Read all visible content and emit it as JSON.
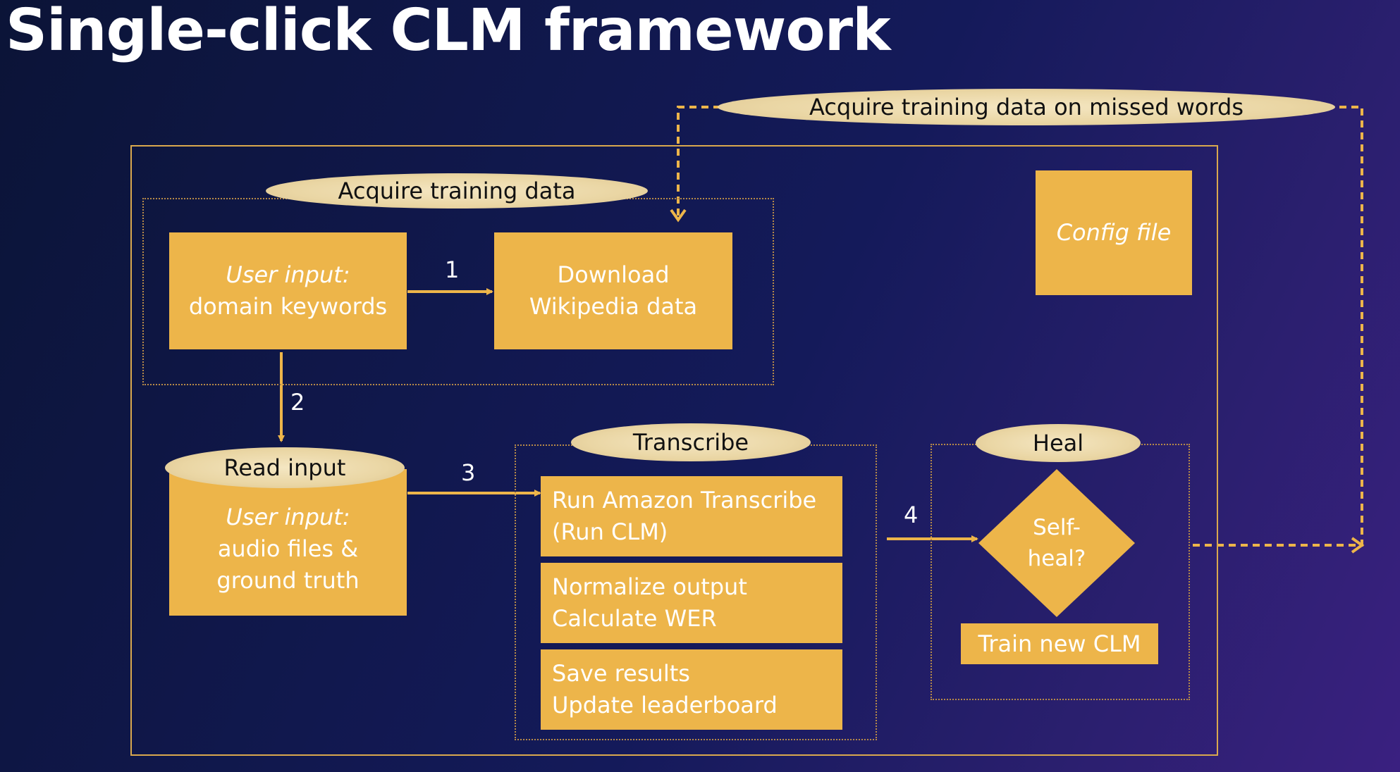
{
  "title": "Single-click CLM framework",
  "colors": {
    "box_fill": "#edb54a",
    "arrow": "#edb54a",
    "ellipse_fill": "#ead6a4",
    "outer_border": "#d9a84e"
  },
  "loop_label": "Acquire training data on missed words",
  "acquire": {
    "label": "Acquire training data",
    "user_input_italic": "User input:",
    "user_input_text": "domain keywords",
    "step1": "1",
    "download_line1": "Download",
    "download_line2": "Wikipedia data"
  },
  "config_file": "Config file",
  "step2": "2",
  "read_input": {
    "label": "Read input",
    "user_input_italic": "User input:",
    "line1": "audio files &",
    "line2": "ground truth"
  },
  "step3": "3",
  "transcribe": {
    "label": "Transcribe",
    "box1_line1": "Run Amazon Transcribe",
    "box1_line2": "(Run CLM)",
    "box2_line1": "Normalize output",
    "box2_line2": "Calculate WER",
    "box3_line1": "Save results",
    "box3_line2": "Update leaderboard"
  },
  "step4": "4",
  "heal": {
    "label": "Heal",
    "diamond_line1": "Self-",
    "diamond_line2": "heal?",
    "train_new": "Train new CLM"
  }
}
